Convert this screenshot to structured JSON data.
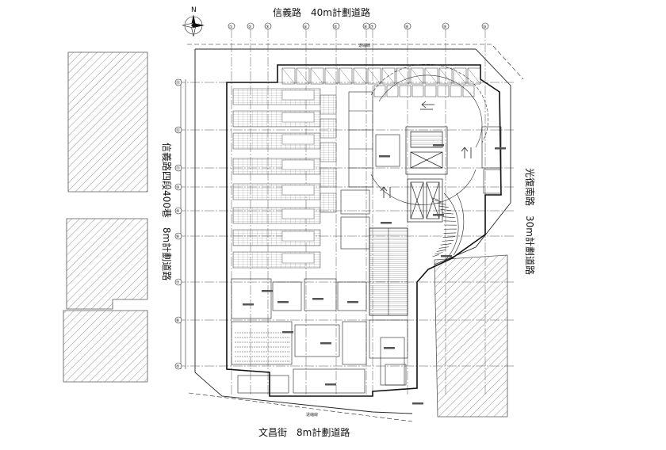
{
  "roads": {
    "top": "信義路　40m計劃道路",
    "bottom": "文昌街　8m計劃道路",
    "left": "信義路四段400巷　8m計劃道路",
    "right": "光復南路　30m計劃道路"
  },
  "north_label": "N",
  "grid_labels_top": [
    "①",
    "②",
    "③",
    "④",
    "⑤",
    "⑥",
    "⑦",
    "⑧",
    "⑨",
    "⑩"
  ],
  "grid_labels_left": [
    "⑬",
    "⑫",
    "⑪",
    "⑩",
    "⑨",
    "⑧",
    "⑦",
    "⑥",
    "⑤",
    "④"
  ],
  "notes": {
    "setback_top": "退縮線",
    "setback_bottom": "退縮線"
  }
}
